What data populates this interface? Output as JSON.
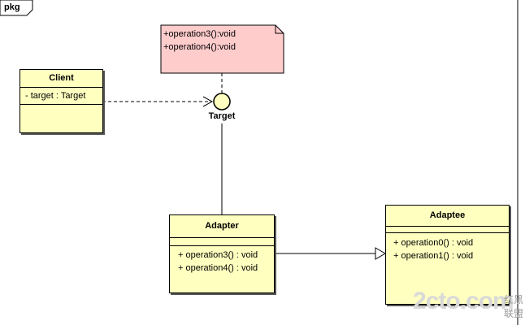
{
  "package": {
    "label": "pkg"
  },
  "note": {
    "lines": [
      "+operation3():void",
      "+operation4():void"
    ]
  },
  "interface": {
    "name": "Target"
  },
  "client": {
    "name": "Client",
    "attributes": [
      "- target : Target"
    ]
  },
  "adapter": {
    "name": "Adapter",
    "operations": [
      "+ operation3() : void",
      "+ operation4() : void"
    ]
  },
  "adaptee": {
    "name": "Adaptee",
    "operations": [
      "+ operation0() : void",
      "+ operation1() : void"
    ]
  },
  "watermark": {
    "logo_text": "2cto",
    "domain_text": ".com",
    "chinese_text": "红黑联盟"
  },
  "colors": {
    "class_fill": "#ffffc0",
    "note_fill": "#ffcccc",
    "interface_fill": "#ffffc0",
    "line": "#000000"
  }
}
